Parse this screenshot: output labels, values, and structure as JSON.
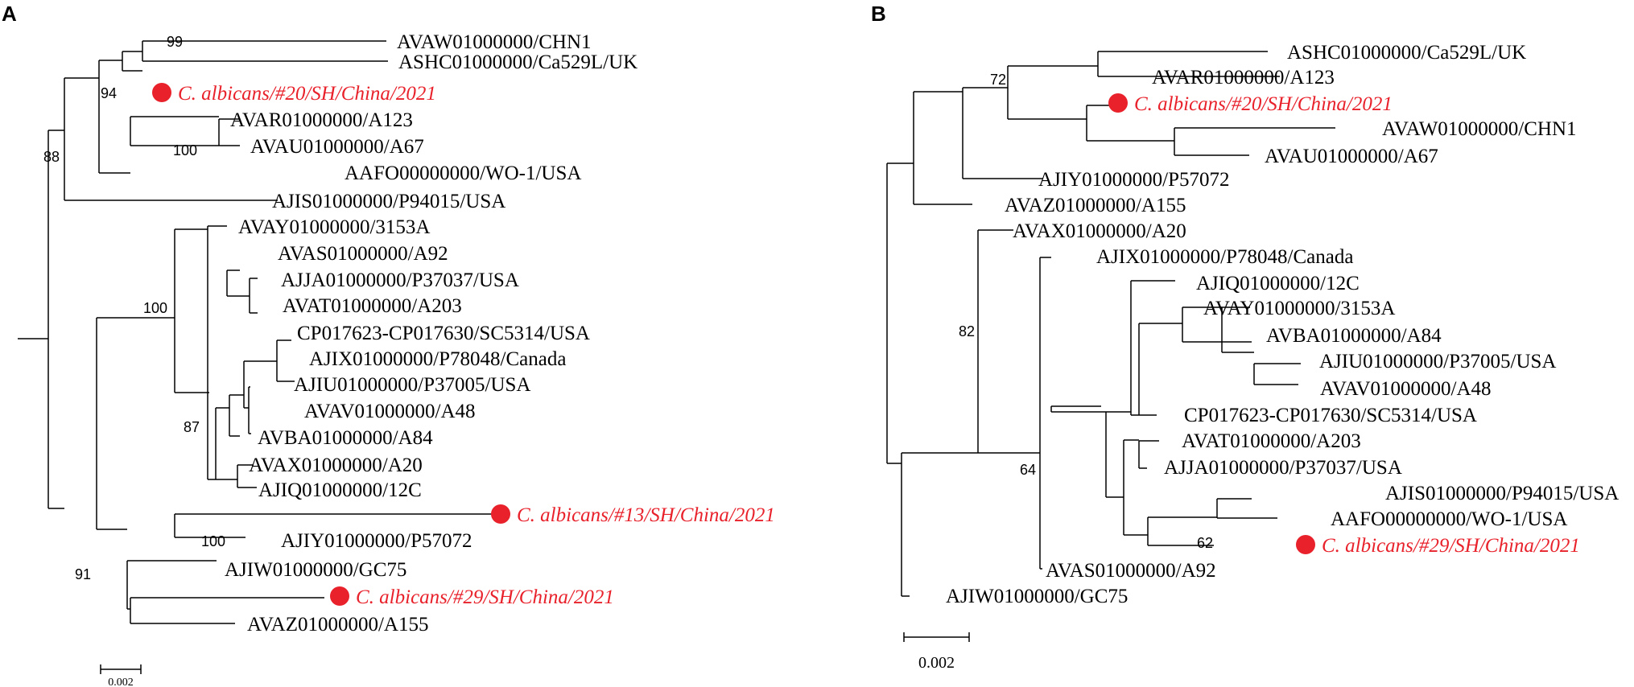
{
  "colors": {
    "highlight": "#e8212b",
    "branch": "#000000"
  },
  "panel_a": {
    "letter": "A",
    "scale_label": "0.002",
    "bootstrap": [
      "99",
      "94",
      "88",
      "100",
      "100",
      "87",
      "100",
      "91"
    ],
    "leaves": [
      {
        "label": "AVAW01000000/CHN1",
        "highlight": false
      },
      {
        "label": "ASHC01000000/Ca529L/UK",
        "highlight": false
      },
      {
        "label": "C. albicans/#20/SH/China/2021",
        "highlight": true
      },
      {
        "label": "AVAR01000000/A123",
        "highlight": false
      },
      {
        "label": "AVAU01000000/A67",
        "highlight": false
      },
      {
        "label": "AAFO00000000/WO-1/USA",
        "highlight": false
      },
      {
        "label": "AJIS01000000/P94015/USA",
        "highlight": false
      },
      {
        "label": "AVAY01000000/3153A",
        "highlight": false
      },
      {
        "label": "AVAS01000000/A92",
        "highlight": false
      },
      {
        "label": "AJJA01000000/P37037/USA",
        "highlight": false
      },
      {
        "label": "AVAT01000000/A203",
        "highlight": false
      },
      {
        "label": "CP017623-CP017630/SC5314/USA",
        "highlight": false
      },
      {
        "label": "AJIX01000000/P78048/Canada",
        "highlight": false
      },
      {
        "label": "AJIU01000000/P37005/USA",
        "highlight": false
      },
      {
        "label": "AVAV01000000/A48",
        "highlight": false
      },
      {
        "label": "AVBA01000000/A84",
        "highlight": false
      },
      {
        "label": "AVAX01000000/A20",
        "highlight": false
      },
      {
        "label": "AJIQ01000000/12C",
        "highlight": false
      },
      {
        "label": "C. albicans/#13/SH/China/2021",
        "highlight": true
      },
      {
        "label": "AJIY01000000/P57072",
        "highlight": false
      },
      {
        "label": "AJIW01000000/GC75",
        "highlight": false
      },
      {
        "label": "C. albicans/#29/SH/China/2021",
        "highlight": true
      },
      {
        "label": "AVAZ01000000/A155",
        "highlight": false
      }
    ]
  },
  "panel_b": {
    "letter": "B",
    "scale_label": "0.002",
    "bootstrap": [
      "72",
      "82",
      "64",
      "62"
    ],
    "leaves": [
      {
        "label": "ASHC01000000/Ca529L/UK",
        "highlight": false
      },
      {
        "label": "AVAR01000000/A123",
        "highlight": false
      },
      {
        "label": "C. albicans/#20/SH/China/2021",
        "highlight": true
      },
      {
        "label": "AVAW01000000/CHN1",
        "highlight": false
      },
      {
        "label": "AVAU01000000/A67",
        "highlight": false
      },
      {
        "label": "AJIY01000000/P57072",
        "highlight": false
      },
      {
        "label": "AVAZ01000000/A155",
        "highlight": false
      },
      {
        "label": "AVAX01000000/A20",
        "highlight": false
      },
      {
        "label": "AJIX01000000/P78048/Canada",
        "highlight": false
      },
      {
        "label": "AJIQ01000000/12C",
        "highlight": false
      },
      {
        "label": "AVAY01000000/3153A",
        "highlight": false
      },
      {
        "label": "AVBA01000000/A84",
        "highlight": false
      },
      {
        "label": "AJIU01000000/P37005/USA",
        "highlight": false
      },
      {
        "label": "AVAV01000000/A48",
        "highlight": false
      },
      {
        "label": "CP017623-CP017630/SC5314/USA",
        "highlight": false
      },
      {
        "label": "AVAT01000000/A203",
        "highlight": false
      },
      {
        "label": "AJJA01000000/P37037/USA",
        "highlight": false
      },
      {
        "label": "AJIS01000000/P94015/USA",
        "highlight": false
      },
      {
        "label": "AAFO00000000/WO-1/USA",
        "highlight": false
      },
      {
        "label": "C. albicans/#29/SH/China/2021",
        "highlight": true
      },
      {
        "label": "AVAS01000000/A92",
        "highlight": false
      },
      {
        "label": "AJIW01000000/GC75",
        "highlight": false
      }
    ]
  }
}
